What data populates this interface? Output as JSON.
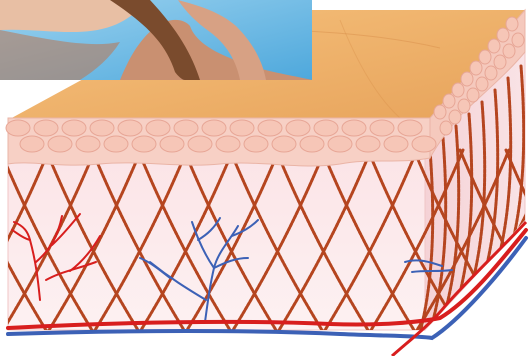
{
  "figure": {
    "kind": "skin cross-section illustration",
    "photo_subject": "face-and-hand-photo",
    "layers": [
      "epidermis",
      "cell-layer",
      "dermis"
    ],
    "fiber_network": "collagen-fibers",
    "vessels": [
      "blood-vessels-red",
      "blood-vessels-blue"
    ]
  },
  "colors": {
    "top_surface": "#f2b56e",
    "top_surface_dark": "#d99653",
    "front_face_light": "#fde9ea",
    "front_face_edge": "#f3c4c2",
    "cell_fill": "#f6c6b7",
    "cell_stroke": "#e7a696",
    "fiber": "#b5451f",
    "vessel_red": "#d81e1e",
    "vessel_blue": "#3c61b6",
    "photo_bg": "#6db9e2",
    "skin_tone": "#c99071"
  }
}
